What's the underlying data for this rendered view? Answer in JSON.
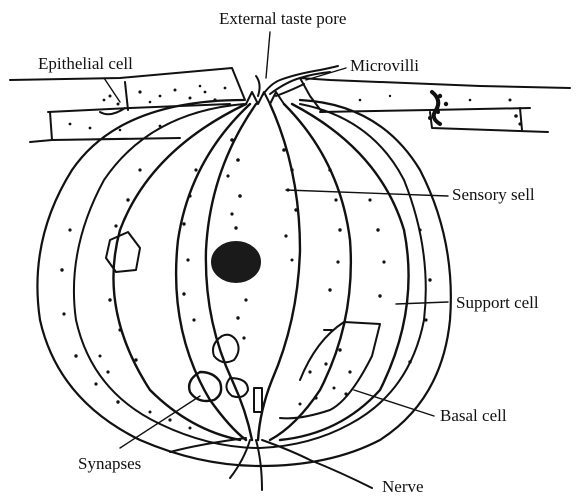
{
  "labels": {
    "external_taste_pore": "External taste pore",
    "epithelial_cell": "Epithelial cell",
    "microvilli": "Microvilli",
    "sensory_cell": "Sensory sell",
    "support_cell": "Support cell",
    "basal_cell": "Basal cell",
    "synapses": "Synapses",
    "nerve": "Nerve"
  },
  "colors": {
    "ink": "#111111",
    "background": "#ffffff",
    "nucleus": "#1a1a1a"
  }
}
